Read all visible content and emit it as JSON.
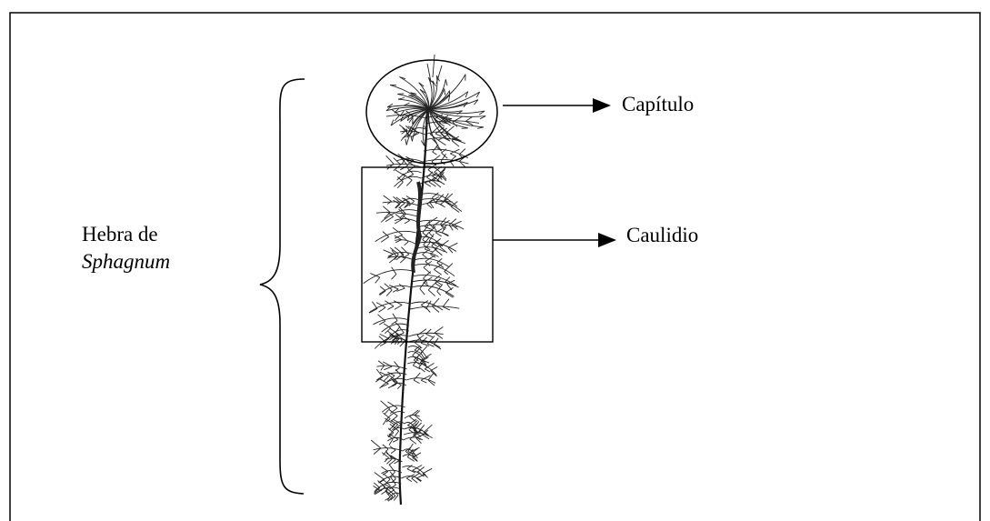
{
  "labels": {
    "strand_line1": "Hebra de",
    "strand_line2": "Sphagnum",
    "capitulo": "Capítulo",
    "caulidio": "Caulidio"
  }
}
